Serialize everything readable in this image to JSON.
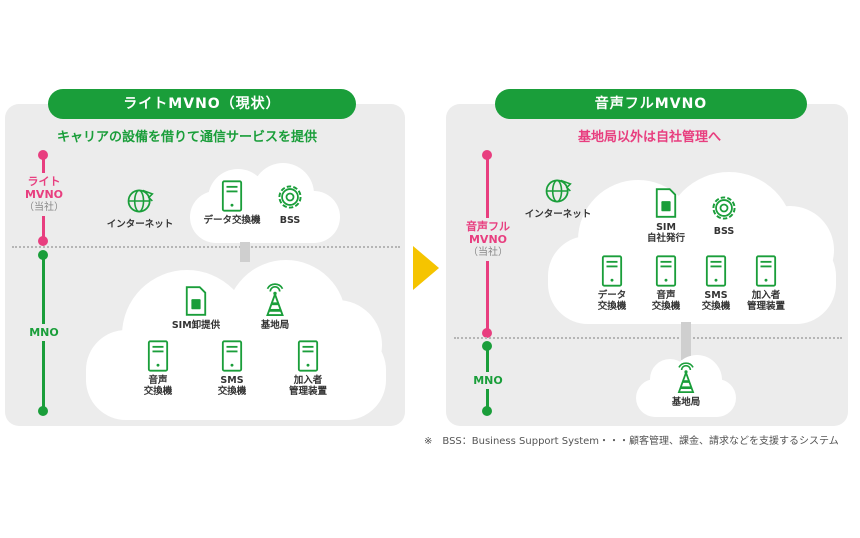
{
  "colors": {
    "green": "#1a9e3a",
    "pink": "#e83e7f",
    "yellow": "#f5c400",
    "panel": "#ececec"
  },
  "left": {
    "title": "ライトMVNO（現状）",
    "subtitle": "キャリアの設備を借りて通信サービスを提供",
    "mvno_label": "ライト\nMVNO",
    "mvno_sub": "（当社）",
    "mno_label": "MNO",
    "internet": "インターネット",
    "data_switch": "データ交換機",
    "bss": "BSS",
    "sim": "SIM卸提供",
    "base_station": "基地局",
    "voice_switch": "音声\n交換機",
    "sms_switch": "SMS\n交換機",
    "subscriber": "加入者\n管理装置"
  },
  "right": {
    "title": "音声フルMVNO",
    "subtitle": "基地局以外は自社管理へ",
    "mvno_label": "音声フル\nMVNO",
    "mvno_sub": "（当社）",
    "mno_label": "MNO",
    "internet": "インターネット",
    "sim": "SIM\n自社発行",
    "bss": "BSS",
    "data_switch": "データ\n交換機",
    "voice_switch": "音声\n交換機",
    "sms_switch": "SMS\n交換機",
    "subscriber": "加入者\n管理装置",
    "base_station": "基地局"
  },
  "note": "※　BSS：Business Support System・・・顧客管理、課金、請求などを支援するシステム"
}
